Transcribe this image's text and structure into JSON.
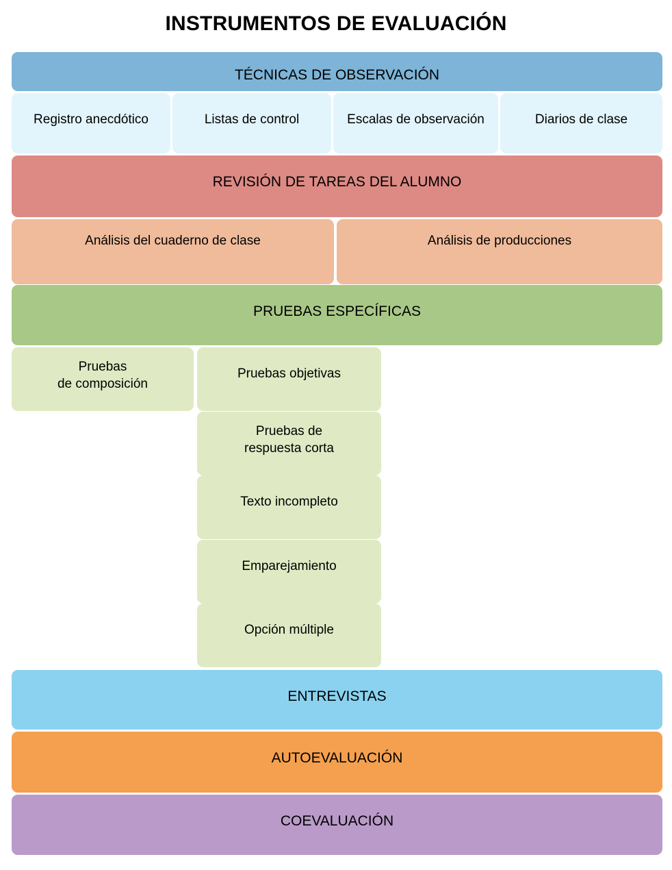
{
  "title": "INSTRUMENTOS DE EVALUACIÓN",
  "colors": {
    "observation_header": "#7db4d8",
    "observation_items": "#e2f4fc",
    "review_header": "#dd8a85",
    "review_items": "#efbb9b",
    "tests_header": "#a8c887",
    "tests_items": "#dfeac4",
    "interviews": "#8ad2f0",
    "self_assessment": "#f5a04f",
    "peer_assessment": "#b99ac9",
    "text": "#000000",
    "background": "#ffffff"
  },
  "sections": [
    {
      "id": "tecnicas-observacion",
      "header": "TÉCNICAS DE OBSERVACIÓN",
      "items": [
        "Registro anecdótico",
        "Listas de control",
        "Escalas de observación",
        "Diarios de clase"
      ]
    },
    {
      "id": "revision-tareas",
      "header": "REVISIÓN DE TAREAS DEL ALUMNO",
      "items": [
        "Análisis del cuaderno de clase",
        "Análisis de producciones"
      ]
    },
    {
      "id": "pruebas-especificas",
      "header": "PRUEBAS ESPECÍFICAS",
      "items": [
        "Pruebas\nde composición",
        "Pruebas objetivas",
        "Pruebas de\nrespuesta corta",
        "Texto incompleto",
        "Emparejamiento",
        "Opción múltiple"
      ]
    },
    {
      "id": "entrevistas",
      "header": "ENTREVISTAS",
      "items": []
    },
    {
      "id": "autoevaluacion",
      "header": "AUTOEVALUACIÓN",
      "items": []
    },
    {
      "id": "coevaluacion",
      "header": "COEVALUACIÓN",
      "items": []
    }
  ]
}
